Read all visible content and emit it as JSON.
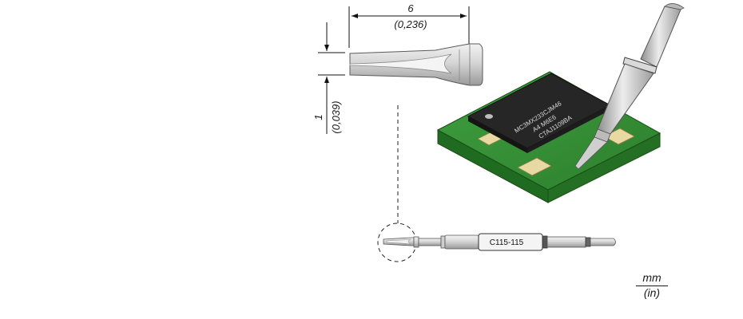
{
  "dimensions": {
    "width": {
      "mm": "6",
      "in": "(0,236)"
    },
    "thickness": {
      "mm": "1",
      "in": "(0,039)"
    }
  },
  "chip": {
    "lines": [
      "MC3MX233CJM46",
      "A4 M6E6",
      "CTAJ1109BA"
    ]
  },
  "cartridge": {
    "part_label": "C115-115"
  },
  "units": {
    "primary": "mm",
    "secondary": "(in)"
  },
  "colors": {
    "pcb_green": "#2e8b2e",
    "chip_body": "#262626",
    "pad": "#e8d9a3",
    "tip_metal": "#c8c8c8"
  }
}
